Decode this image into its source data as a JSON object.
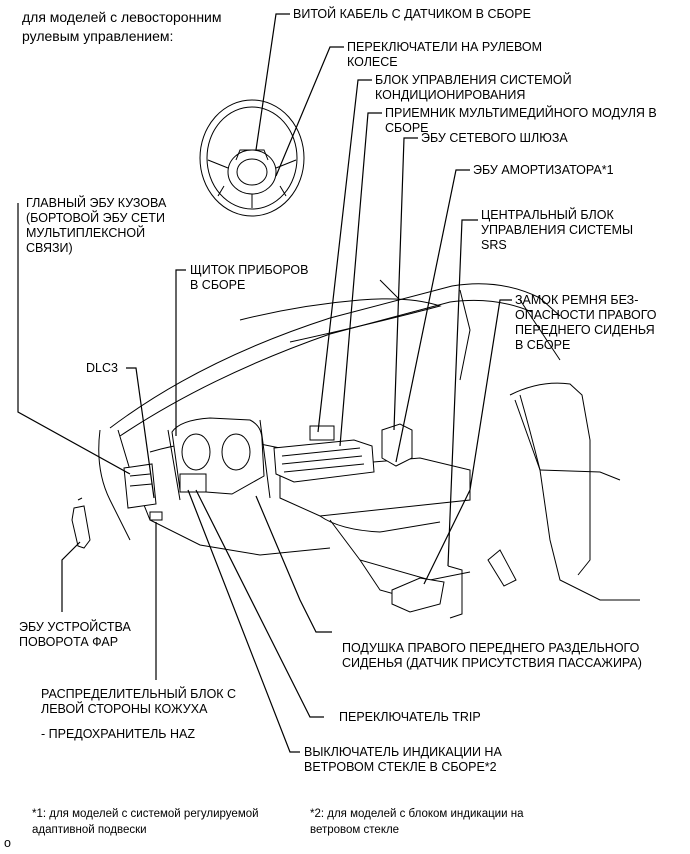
{
  "title": "для моделей с левосторонним\nрулевым управлением:",
  "labels": {
    "spiral_cable": "ВИТОЙ КАБЕЛЬ С ДАТЧИКОМ В СБОРЕ",
    "steering_switches": "ПЕРЕКЛЮЧАТЕЛИ НА РУЛЕВОМ\nКОЛЕСЕ",
    "ac_control": "БЛОК УПРАВЛЕНИЯ СИСТЕМОЙ\nКОНДИЦИОНИРОВАНИЯ",
    "multimedia_receiver": "ПРИЕМНИК МУЛЬТИМЕДИЙНОГО МОДУЛЯ В\nСБОРЕ",
    "gateway_ecu": "ЭБУ СЕТЕВОГО ШЛЮЗА",
    "absorber_ecu": "ЭБУ АМОРТИЗАТОРА*1",
    "srs_center": "ЦЕНТРАЛЬНЫЙ БЛОК\nУПРАВЛЕНИЯ СИСТЕМЫ\nSRS",
    "main_body_ecu": "ГЛАВНЫЙ ЭБУ КУЗОВА\n(БОРТОВОЙ ЭБУ СЕТИ\nМУЛЬТИПЛЕКСНОЙ\nСВЯЗИ)",
    "combination_meter": "ЩИТОК ПРИБОРОВ\nВ СБОРЕ",
    "seat_belt_buckle": "ЗАМОК РЕМНЯ БЕЗ-\nОПАСНОСТИ ПРАВОГО\nПЕРЕДНЕГО СИДЕНЬЯ\nВ СБОРЕ",
    "dlc3": "DLC3",
    "headlamp_swivel_ecu": "ЭБУ УСТРОЙСТВА\nПОВОРОТА ФАР",
    "seat_cushion_sensor": "ПОДУШКА ПРАВОГО ПЕРЕДНЕГО РАЗДЕЛЬНОГО\nСИДЕНЬЯ (ДАТЧИК ПРИСУТСТВИЯ ПАССАЖИРА)",
    "junction_block": "РАСПРЕДЕЛИТЕЛЬНЫЙ БЛОК С\nЛЕВОЙ СТОРОНЫ КОЖУХА",
    "haz_fuse": "- ПРЕДОХРАНИТЕЛЬ HAZ",
    "trip_switch": "ПЕРЕКЛЮЧАТЕЛЬ TRIP",
    "hud_switch": "ВЫКЛЮЧАТЕЛЬ ИНДИКАЦИИ НА\nВЕТРОВОМ СТЕКЛЕ В СБОРЕ*2"
  },
  "footnotes": {
    "note1": "*1: для моделей с системой регулируемой\nадаптивной подвески",
    "note2": "*2: для моделей с блоком индикации на\nветровом стекле"
  },
  "corner_code": "o"
}
